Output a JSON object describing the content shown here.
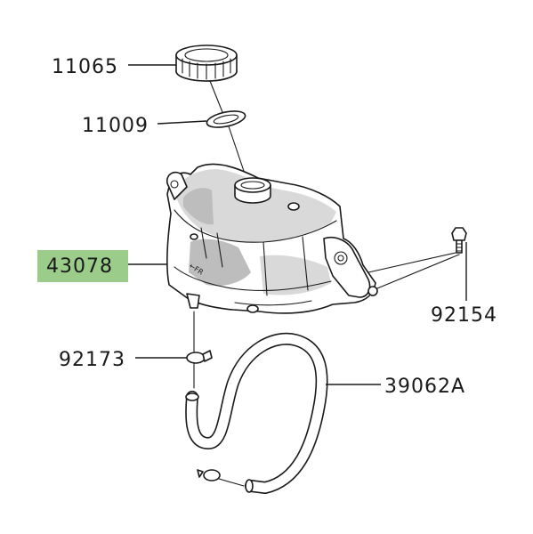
{
  "parts": [
    {
      "id": "p11065",
      "number": "11065",
      "highlighted": false
    },
    {
      "id": "p11009",
      "number": "11009",
      "highlighted": false
    },
    {
      "id": "p43078",
      "number": "43078",
      "highlighted": true
    },
    {
      "id": "p92154",
      "number": "92154",
      "highlighted": false
    },
    {
      "id": "p92173",
      "number": "92173",
      "highlighted": false
    },
    {
      "id": "p39062A",
      "number": "39062A",
      "highlighted": false
    }
  ],
  "tank_marking": "←FR",
  "colors": {
    "highlight": "#9ccc8a",
    "line": "#1a1a1a",
    "background": "#ffffff"
  }
}
